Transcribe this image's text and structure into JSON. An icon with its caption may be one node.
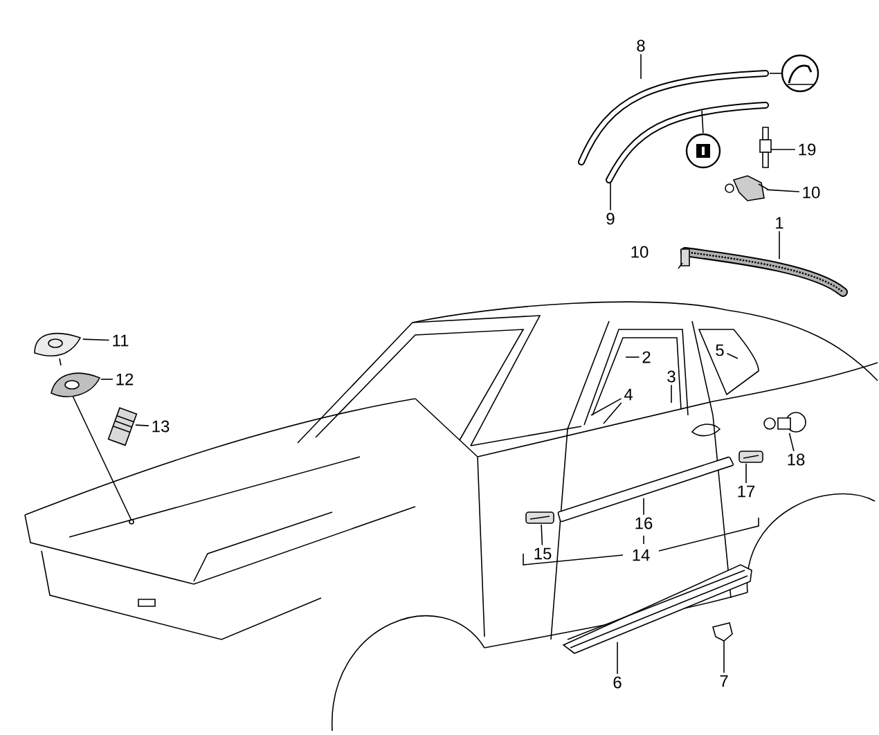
{
  "diagram": {
    "nodes": [
      {
        "text": [
          "8"
        ]
      },
      {
        "text": [],
        "shape": "picture"
      },
      {
        "text": [],
        "shape": "picture"
      },
      {
        "text": [],
        "shape": "picture"
      },
      {
        "text": [],
        "shape": "picture"
      },
      {
        "text": [
          "9"
        ]
      },
      {
        "text": [],
        "shape": "picture"
      },
      {
        "text": [
          "19"
        ]
      },
      {
        "text": [],
        "shape": "picture"
      },
      {
        "text": [
          "10"
        ]
      },
      {
        "text": [],
        "shape": "picture"
      },
      {
        "text": [
          "1"
        ]
      },
      {
        "text": [],
        "shape": "picture"
      },
      {
        "text": [
          "11"
        ]
      },
      {
        "text": [],
        "shape": "picture"
      },
      {
        "text": [
          "12"
        ]
      },
      {
        "text": [],
        "shape": "picture"
      },
      {
        "text": [
          "13"
        ]
      },
      {
        "text": [
          "2"
        ]
      },
      {
        "text": [
          "5"
        ]
      },
      {
        "text": [
          "3"
        ]
      },
      {
        "text": [
          "4"
        ]
      },
      {
        "text": [],
        "shape": "picture"
      },
      {
        "text": [
          "18"
        ]
      },
      {
        "text": [],
        "shape": "picture"
      },
      {
        "text": [
          "17"
        ]
      },
      {
        "text": [],
        "shape": "picture"
      },
      {
        "text": [
          "16"
        ]
      },
      {
        "text": [],
        "shape": "picture"
      },
      {
        "text": [
          "15"
        ]
      },
      {
        "text": [],
        "shape": "picture"
      },
      {
        "text": [],
        "shape": "picture"
      },
      {
        "text": [
          "6"
        ]
      },
      {
        "text": [
          "7"
        ]
      }
    ],
    "edges": [
      {
        "from": 0,
        "to": 1,
        "arrow": "none"
      },
      {
        "from": 1,
        "to": 2,
        "arrow": "none"
      },
      {
        "from": 3,
        "to": 4,
        "arrow": "none"
      },
      {
        "from": 5,
        "to": 3,
        "arrow": "none"
      },
      {
        "from": 7,
        "to": 6,
        "arrow": "none"
      },
      {
        "from": 9,
        "to": 8,
        "arrow": "none"
      },
      {
        "from": 11,
        "to": 10,
        "arrow": "none"
      },
      {
        "from": 13,
        "to": 12,
        "arrow": "none"
      },
      {
        "from": 15,
        "to": 14,
        "arrow": "none"
      },
      {
        "from": 17,
        "to": 16,
        "arrow": "none"
      },
      {
        "from": 18,
        "to": null,
        "arrow": "none"
      },
      {
        "from": 19,
        "to": null,
        "arrow": "none"
      },
      {
        "from": 20,
        "to": null,
        "arrow": "none"
      },
      {
        "from": 21,
        "to": null,
        "arrow": "none"
      },
      {
        "from": 21,
        "to": null,
        "arrow": "none"
      },
      {
        "from": 23,
        "to": 22,
        "arrow": "none"
      },
      {
        "from": 25,
        "to": 24,
        "arrow": "none"
      },
      {
        "from": 27,
        "to": 26,
        "arrow": "none"
      },
      {
        "from": 29,
        "to": 28,
        "arrow": "none"
      },
      {
        "from": 32,
        "to": 30,
        "arrow": "none"
      },
      {
        "from": 33,
        "to": 31,
        "arrow": "none"
      }
    ],
    "labels": [
      "10",
      "14"
    ]
  }
}
